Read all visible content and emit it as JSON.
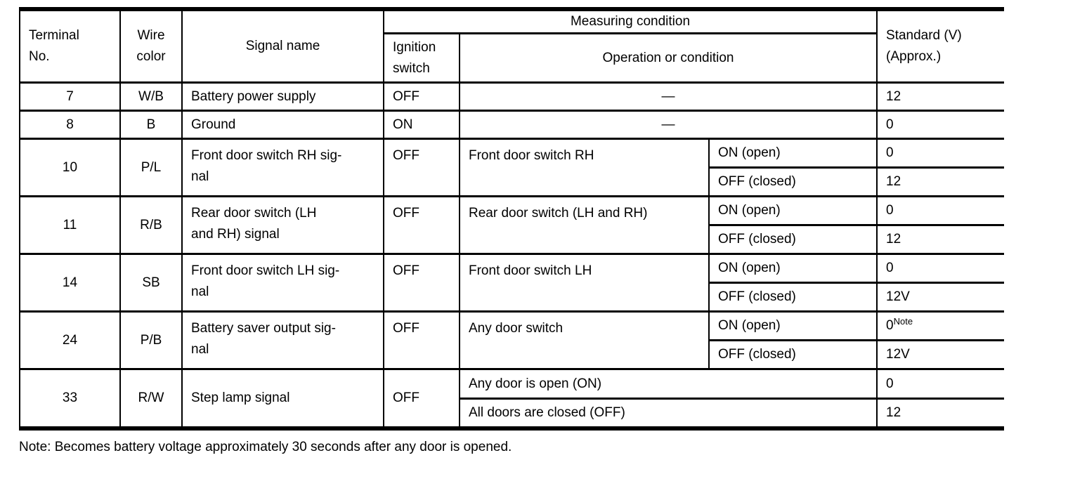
{
  "table": {
    "headers": {
      "terminal": "Terminal\nNo.",
      "wire_color": "Wire\ncolor",
      "signal_name": "Signal name",
      "measuring_condition": "Measuring condition",
      "ignition_switch": "Ignition\nswitch",
      "operation_or_condition": "Operation or condition",
      "standard": "Standard (V)\n(Approx.)"
    },
    "rows": [
      {
        "terminal": "7",
        "wire_color": "W/B",
        "signal": "Battery power supply",
        "ignition": "OFF",
        "operation": "—",
        "standard": "12"
      },
      {
        "terminal": "8",
        "wire_color": "B",
        "signal": "Ground",
        "ignition": "ON",
        "operation": "—",
        "standard": "0"
      },
      {
        "terminal": "10",
        "wire_color": "P/L",
        "signal": "Front door switch RH sig-\nnal",
        "ignition": "OFF",
        "operation": "Front door switch RH",
        "conditions": [
          {
            "label": "ON (open)",
            "standard": "0"
          },
          {
            "label": "OFF (closed)",
            "standard": "12"
          }
        ]
      },
      {
        "terminal": "11",
        "wire_color": "R/B",
        "signal": "Rear door switch (LH\nand RH) signal",
        "ignition": "OFF",
        "operation": "Rear door switch (LH and RH)",
        "conditions": [
          {
            "label": "ON (open)",
            "standard": "0"
          },
          {
            "label": "OFF (closed)",
            "standard": "12"
          }
        ]
      },
      {
        "terminal": "14",
        "wire_color": "SB",
        "signal": "Front door switch LH sig-\nnal",
        "ignition": "OFF",
        "operation": "Front door switch LH",
        "conditions": [
          {
            "label": "ON (open)",
            "standard": "0"
          },
          {
            "label": "OFF (closed)",
            "standard": "12V"
          }
        ]
      },
      {
        "terminal": "24",
        "wire_color": "P/B",
        "signal": "Battery saver output sig-\nnal",
        "ignition": "OFF",
        "operation": "Any door switch",
        "conditions": [
          {
            "label": "ON (open)",
            "standard": "0",
            "standard_note_sup": "Note"
          },
          {
            "label": "OFF (closed)",
            "standard": "12V"
          }
        ]
      },
      {
        "terminal": "33",
        "wire_color": "R/W",
        "signal": "Step lamp signal",
        "ignition": "OFF",
        "conditions": [
          {
            "label": "Any door is open (ON)",
            "standard": "0"
          },
          {
            "label": "All doors are closed (OFF)",
            "standard": "12"
          }
        ]
      }
    ]
  },
  "note": "Note: Becomes battery voltage approximately 30 seconds after any door is opened."
}
